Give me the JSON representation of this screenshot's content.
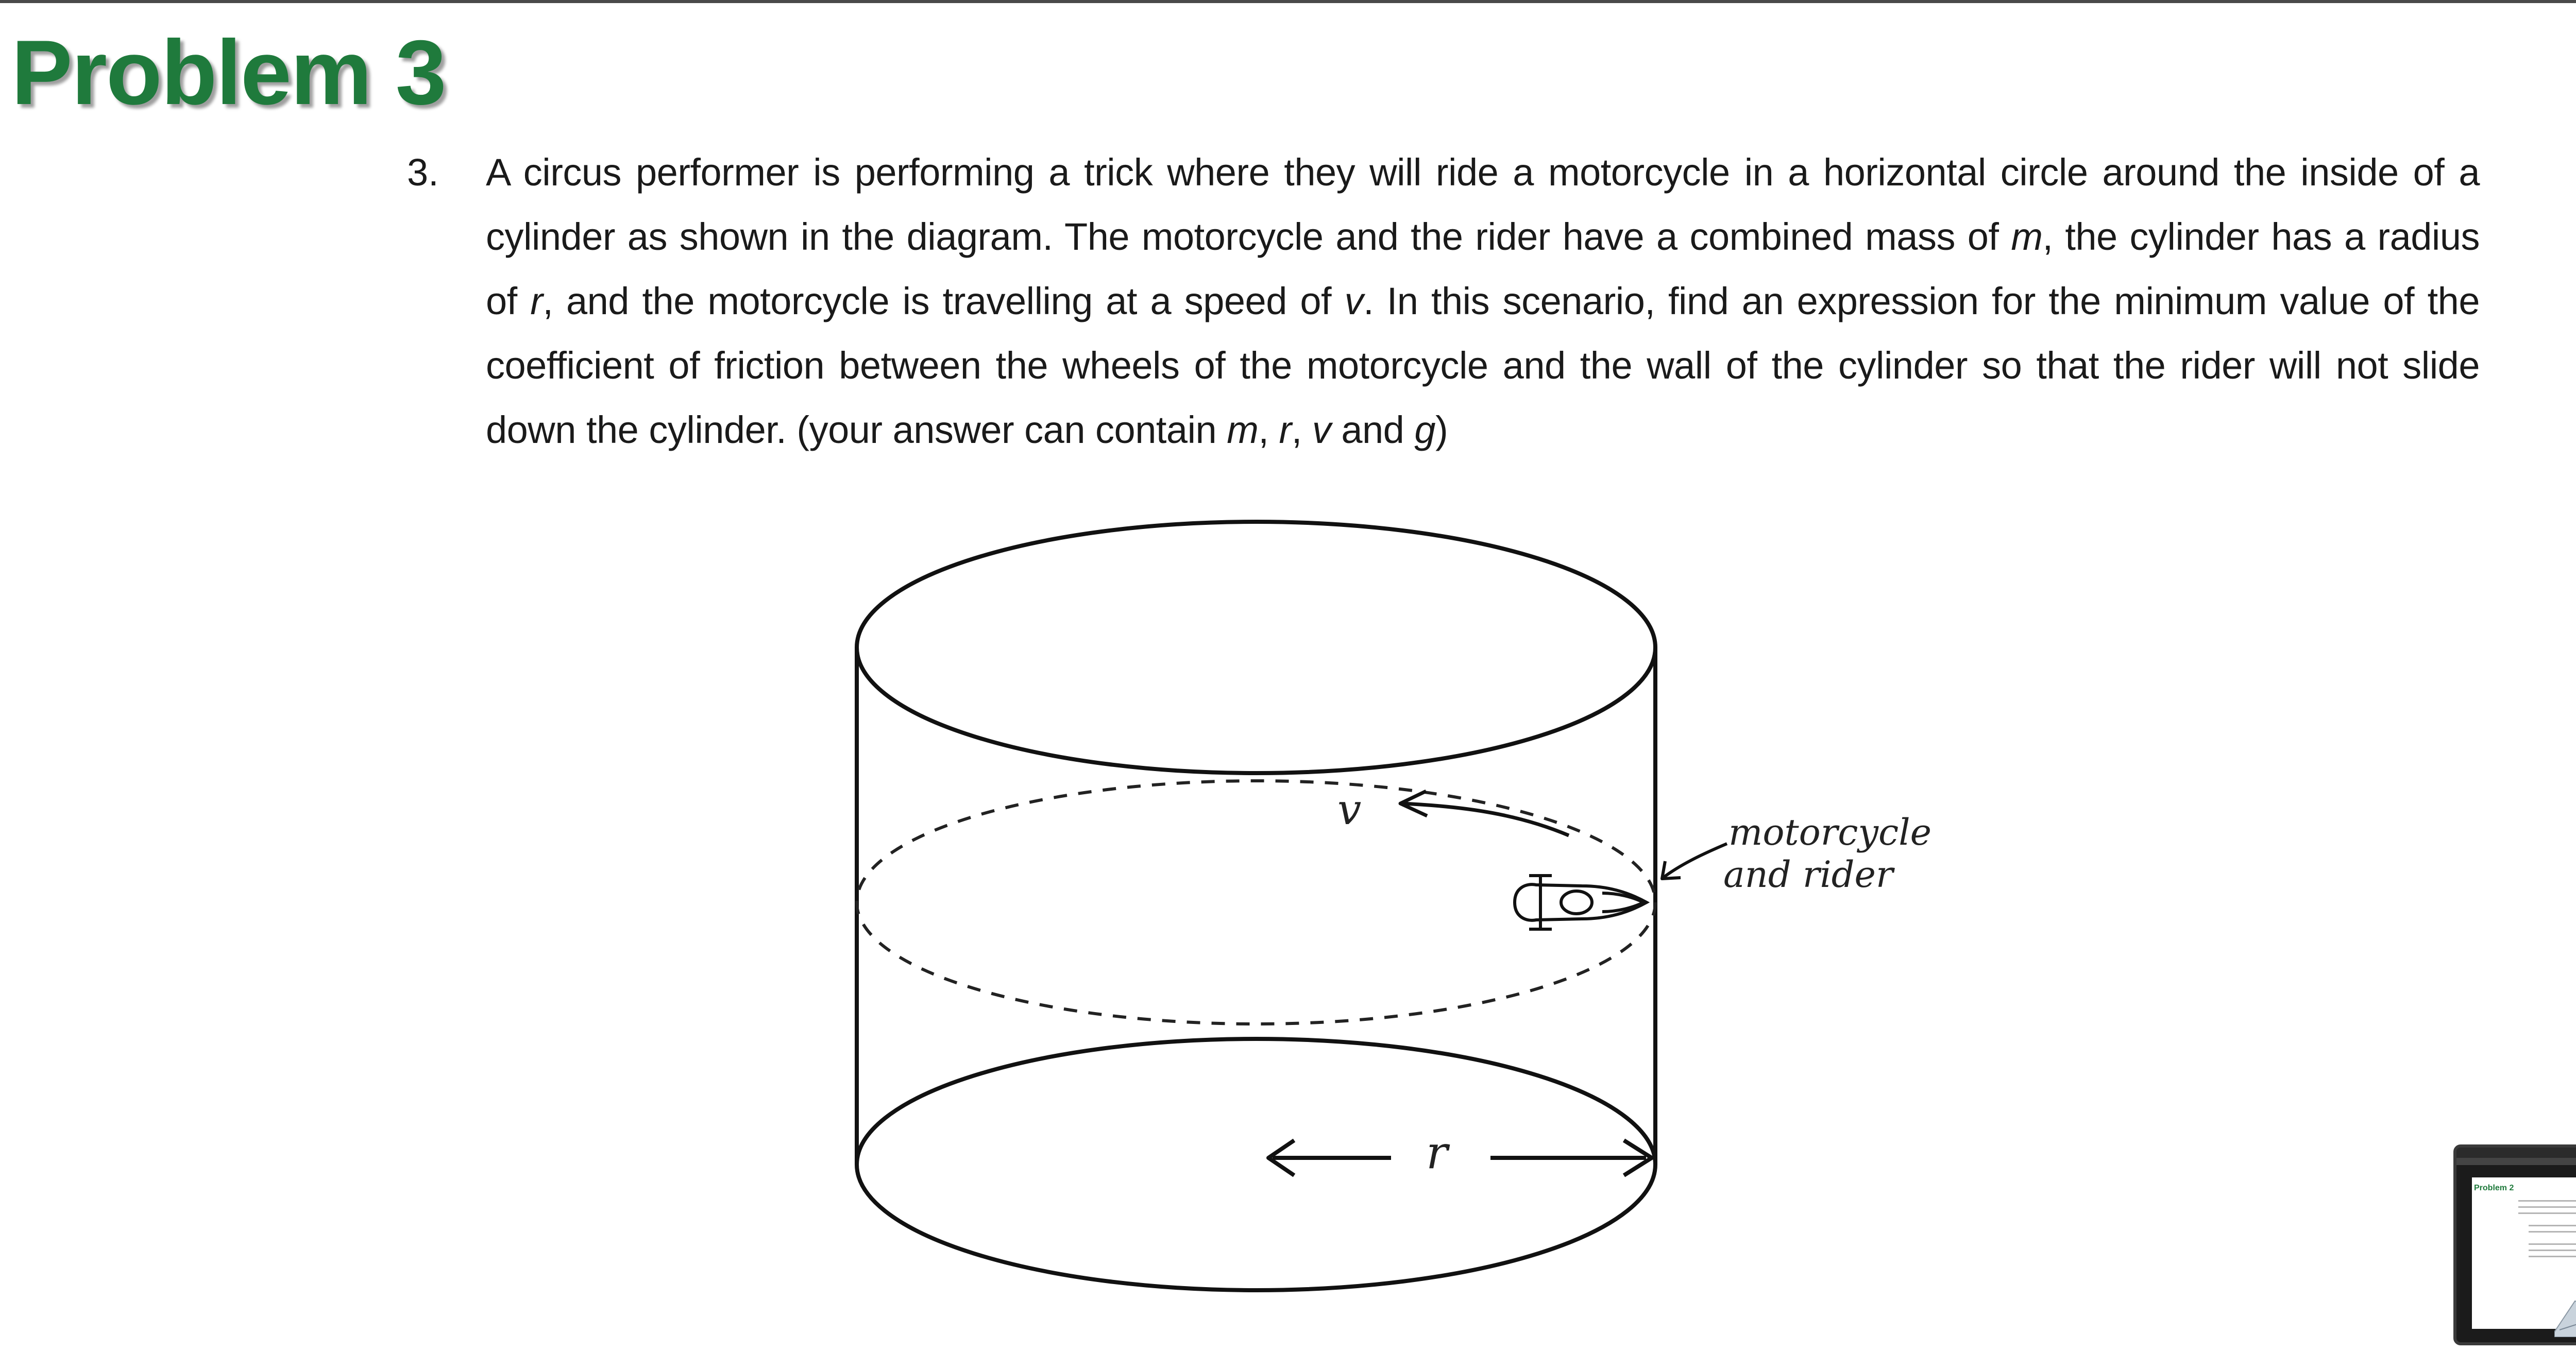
{
  "slide": {
    "title": "Problem 3",
    "question_number": "3.",
    "question": {
      "s1": "A circus performer is performing a trick where they will ride a motorcycle in a horizontal circle around the inside of a cylinder as shown in the diagram.  The motorcycle and the rider have a combined mass of ",
      "m1": "m",
      "s2": ", the cylinder has a radius of ",
      "r1": "r",
      "s3": ", and the motorcycle is travelling at a speed of ",
      "v1": "v",
      "s4": ".  In this scenario, find an expression for the minimum value of the coefficient of friction between the wheels of the motorcycle and the wall of the cylinder so that the rider will not slide down the cylinder.  (your answer can contain ",
      "m2": "m",
      "c1": ", ",
      "r2": "r",
      "c2": ", ",
      "v2": "v",
      "s5": " and ",
      "g": "g",
      "s6": ")"
    }
  },
  "diagram": {
    "speed_label": "v",
    "rider_label_line1": "motorcycle",
    "rider_label_line2": "and rider",
    "radius_label": "r"
  },
  "thumbnail": {
    "title": "Problem 2"
  },
  "colors": {
    "title_green": "#1f7a3c",
    "text": "#1a1a1a",
    "top_rule": "#4a4a4a"
  }
}
